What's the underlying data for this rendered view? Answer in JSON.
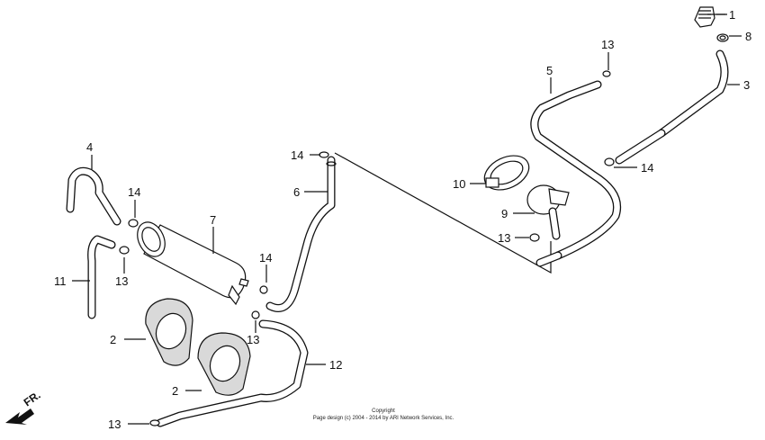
{
  "callouts": [
    {
      "id": "c1",
      "text": "1"
    },
    {
      "id": "c8",
      "text": "8"
    },
    {
      "id": "c3",
      "text": "3"
    },
    {
      "id": "c5",
      "text": "5"
    },
    {
      "id": "c13a",
      "text": "13"
    },
    {
      "id": "c14a",
      "text": "14"
    },
    {
      "id": "c10",
      "text": "10"
    },
    {
      "id": "c9",
      "text": "9"
    },
    {
      "id": "c13b",
      "text": "13"
    },
    {
      "id": "c14b",
      "text": "14"
    },
    {
      "id": "c6",
      "text": "6"
    },
    {
      "id": "c4",
      "text": "4"
    },
    {
      "id": "c14c",
      "text": "14"
    },
    {
      "id": "c7",
      "text": "7"
    },
    {
      "id": "c11",
      "text": "11"
    },
    {
      "id": "c13c",
      "text": "13"
    },
    {
      "id": "c14d",
      "text": "14"
    },
    {
      "id": "c13d",
      "text": "13"
    },
    {
      "id": "c2a",
      "text": "2"
    },
    {
      "id": "c12",
      "text": "12"
    },
    {
      "id": "c2b",
      "text": "2"
    },
    {
      "id": "c13e",
      "text": "13"
    }
  ],
  "direction_label": "FR.",
  "copyright": {
    "line1": "Copyright",
    "line2": "Page design (c) 2004 - 2014 by ARI Network Services, Inc."
  }
}
